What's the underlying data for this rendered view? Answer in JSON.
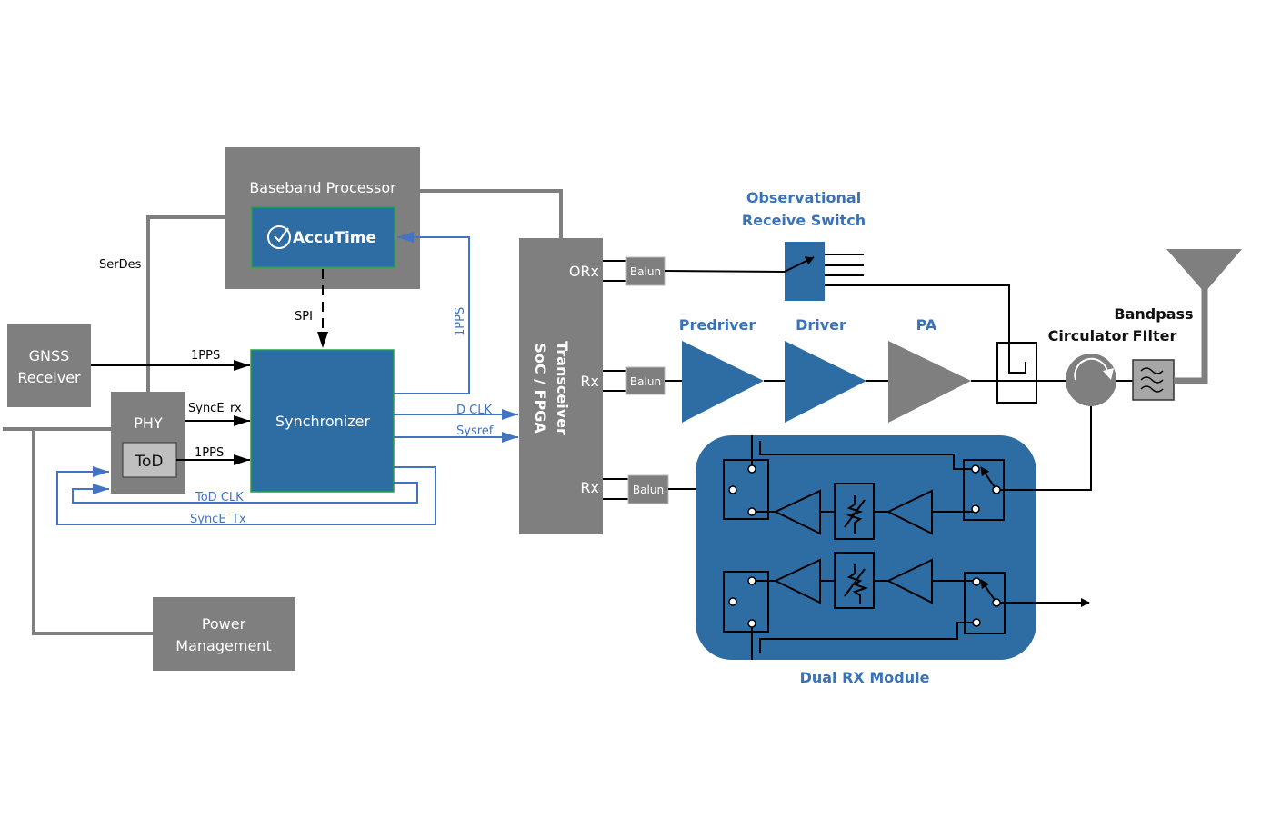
{
  "colors": {
    "block_gray": "#7f7f7f",
    "block_blue": "#2e6da4",
    "signal_blue": "#4472c4",
    "border_green": "#22a34a",
    "tod_gray": "#bfbfbf"
  },
  "blocks": {
    "baseband": "Baseband Processor",
    "accutime": "AccuTime",
    "synchronizer": "Synchronizer",
    "gnss_line1": "GNSS",
    "gnss_line2": "Receiver",
    "phy": "PHY",
    "tod": "ToD",
    "power_line1": "Power",
    "power_line2": "Management",
    "transceiver_line1": "Transceiver",
    "transceiver_line2": "SoC / FPGA",
    "balun": "Balun",
    "dual_rx": "Dual RX Module"
  },
  "ports": {
    "orx": "ORx",
    "rx1": "Rx",
    "rx2": "Rx"
  },
  "signals": {
    "serdes": "SerDes",
    "spi": "SPI",
    "gnss_1pps": "1PPS",
    "synce_rx": "SyncE_rx",
    "tod_1pps": "1PPS",
    "accutime_1pps": "1PPS",
    "dclk": "D CLK",
    "sysref": "Sysref",
    "tod_clk": "ToD CLK",
    "synce_tx": "SyncE_Tx"
  },
  "rf_labels": {
    "obs_switch_line1": "Observational",
    "obs_switch_line2": "Receive Switch",
    "predriver": "Predriver",
    "driver": "Driver",
    "pa": "PA",
    "circulator": "Circulator",
    "bandpass_line1": "Bandpass",
    "bandpass_line2": "FIlter"
  },
  "icons": [
    "clock-check-icon",
    "amplifier-icon",
    "attenuator-icon",
    "circulator-icon",
    "filter-icon",
    "antenna-icon",
    "switch-icon",
    "coupler-icon"
  ]
}
